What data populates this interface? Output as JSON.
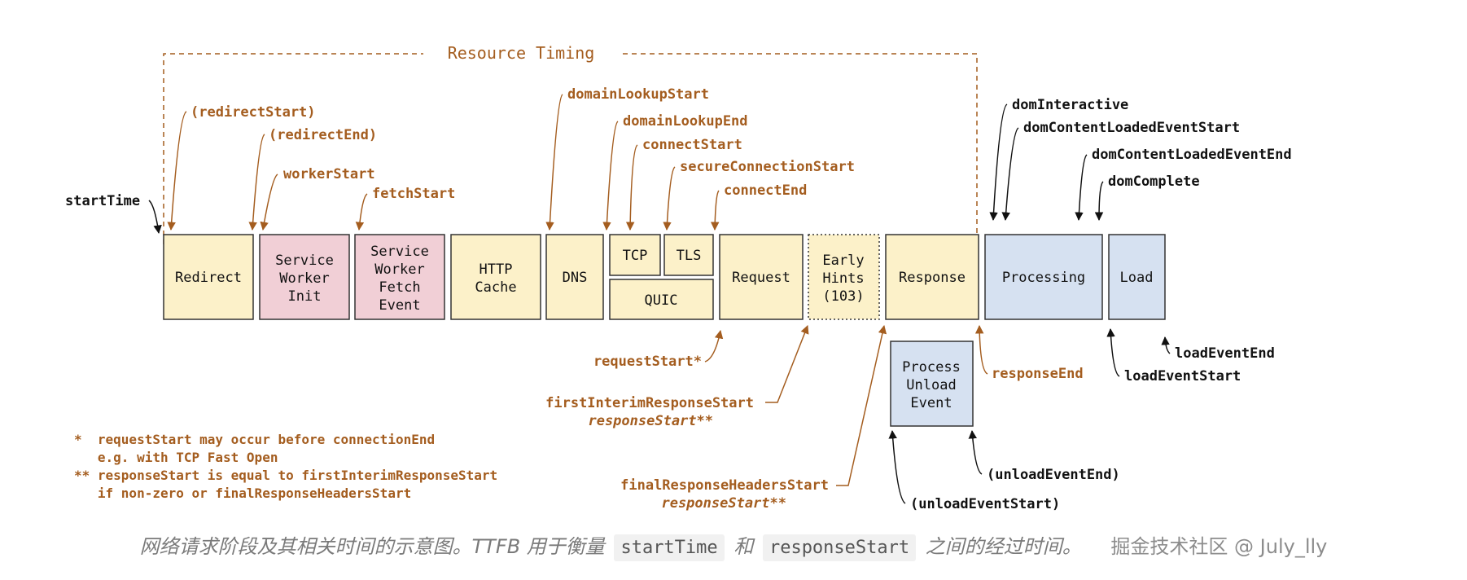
{
  "colors": {
    "accent": "#a45d1f",
    "metric_black": "#111111",
    "network_fill": "#fcf1c9",
    "worker_fill": "#f1cfd6",
    "browser_fill": "#d6e1f1",
    "box_border": "#333333",
    "caption": "#7a7a7a"
  },
  "header": {
    "title": "Resource Timing"
  },
  "phases": {
    "redirect": "Redirect",
    "sw_init": [
      "Service",
      "Worker",
      "Init"
    ],
    "sw_fetch": [
      "Service",
      "Worker",
      "Fetch",
      "Event"
    ],
    "http_cache": [
      "HTTP",
      "Cache"
    ],
    "dns": "DNS",
    "tcp": "TCP",
    "tls": "TLS",
    "quic": "QUIC",
    "request": "Request",
    "early_hints": [
      "Early",
      "Hints",
      "(103)"
    ],
    "response": "Response",
    "processing": "Processing",
    "load": "Load",
    "process_unload": [
      "Process",
      "Unload",
      "Event"
    ]
  },
  "metrics": {
    "start_time": "startTime",
    "redirect_start": "(redirectStart)",
    "redirect_end": "(redirectEnd)",
    "worker_start": "workerStart",
    "fetch_start": "fetchStart",
    "domain_lookup_start": "domainLookupStart",
    "domain_lookup_end": "domainLookupEnd",
    "connect_start": "connectStart",
    "secure_connection_start": "secureConnectionStart",
    "connect_end": "connectEnd",
    "request_start": "requestStart*",
    "first_interim_response_start": "firstInterimResponseStart",
    "response_start_1": "responseStart**",
    "final_response_headers_start": "finalResponseHeadersStart",
    "response_start_2": "responseStart**",
    "response_end": "responseEnd",
    "unload_event_start": "(unloadEventStart)",
    "unload_event_end": "(unloadEventEnd)",
    "dom_interactive": "domInteractive",
    "dom_content_loaded_event_start": "domContentLoadedEventStart",
    "dom_content_loaded_event_end": "domContentLoadedEventEnd",
    "dom_complete": "domComplete",
    "load_event_start": "loadEventStart",
    "load_event_end": "loadEventEnd"
  },
  "footnotes": {
    "line1": "*  requestStart may occur before connectionEnd",
    "line2": "   e.g. with TCP Fast Open",
    "line3": "** responseStart is equal to firstInterimResponseStart",
    "line4": "   if non-zero or finalResponseHeadersStart"
  },
  "caption": {
    "part1": "网络请求阶段及其相关时间的示意图。TTFB 用于衡量",
    "code1": "startTime",
    "part2": "和",
    "code2": "responseStart",
    "part3": "之间的经过时间。",
    "watermark": "掘金技术社区 @ July_lly"
  }
}
